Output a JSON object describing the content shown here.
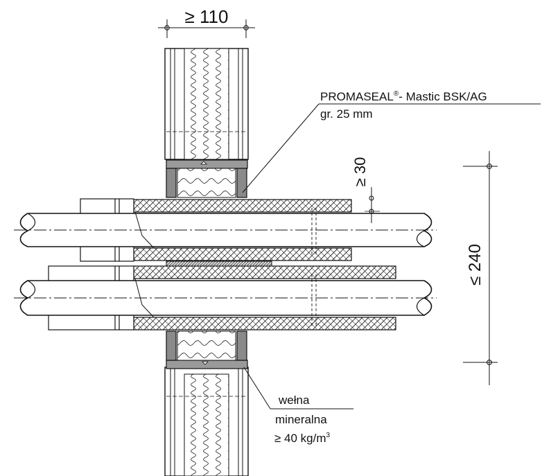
{
  "dimensions": {
    "wall_thickness": "≥ 110",
    "gap": "≥ 30",
    "span": "≤ 240"
  },
  "labels": {
    "sealant_name": "PROMASEAL",
    "sealant_mark": "®",
    "sealant_product": "- Mastic BSK/AG",
    "sealant_thickness": "gr. 25 mm",
    "wool_line1": "wełna",
    "wool_line2": "mineralna",
    "wool_density": "≥ 40 kg/m",
    "wool_density_exp": "3"
  },
  "colors": {
    "line": "#111111",
    "board": "#8a8a8a",
    "pipe_fill": "#ffffff"
  }
}
